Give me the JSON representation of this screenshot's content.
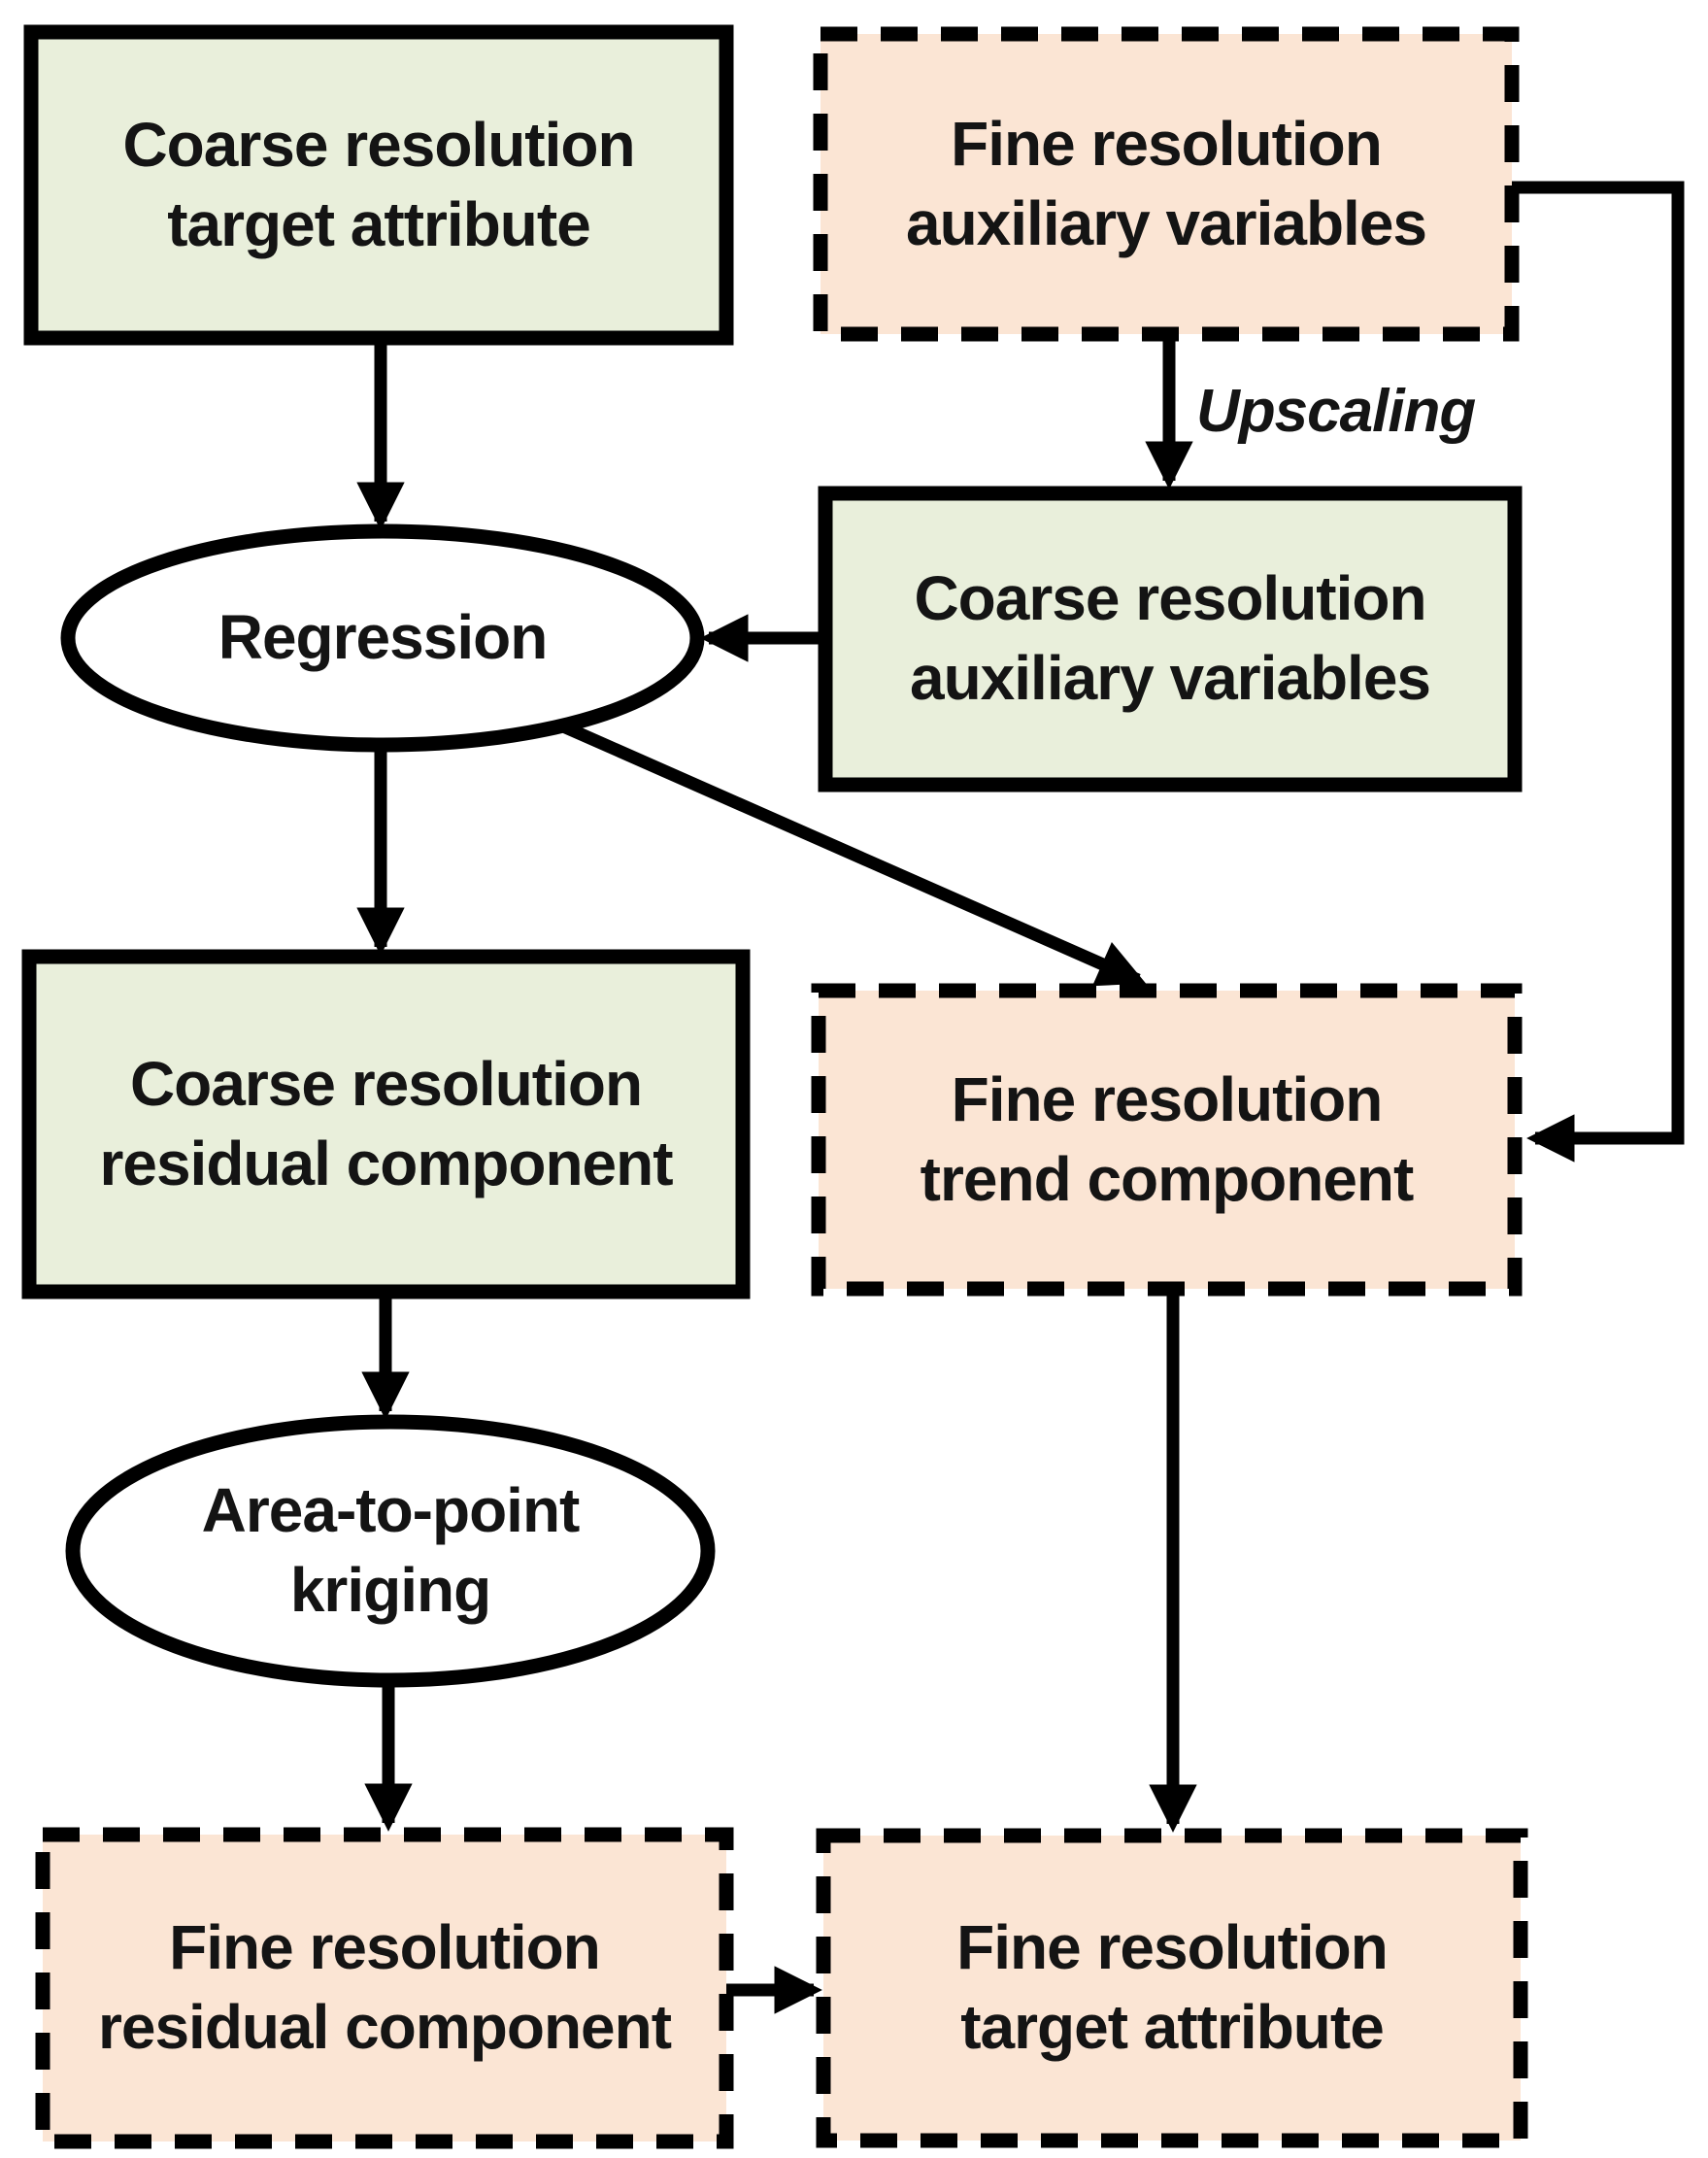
{
  "diagram": {
    "type": "flowchart",
    "nodes": {
      "coarse_target": {
        "shape": "rect",
        "border": "solid",
        "category": "coarse",
        "lines": [
          "Coarse resolution",
          "target attribute"
        ]
      },
      "fine_aux": {
        "shape": "rect",
        "border": "dashed",
        "category": "fine",
        "lines": [
          "Fine resolution",
          "auxiliary variables"
        ]
      },
      "regression": {
        "shape": "ellipse",
        "border": "solid",
        "category": "process",
        "lines": [
          "Regression"
        ]
      },
      "coarse_aux": {
        "shape": "rect",
        "border": "solid",
        "category": "coarse",
        "lines": [
          "Coarse resolution",
          "auxiliary variables"
        ]
      },
      "coarse_residual": {
        "shape": "rect",
        "border": "solid",
        "category": "coarse",
        "lines": [
          "Coarse resolution",
          "residual component"
        ]
      },
      "fine_trend": {
        "shape": "rect",
        "border": "dashed",
        "category": "fine",
        "lines": [
          "Fine resolution",
          "trend component"
        ]
      },
      "atp_kriging": {
        "shape": "ellipse",
        "border": "solid",
        "category": "process",
        "lines": [
          "Area-to-point",
          "kriging"
        ]
      },
      "fine_residual": {
        "shape": "rect",
        "border": "dashed",
        "category": "fine",
        "lines": [
          "Fine resolution",
          "residual component"
        ]
      },
      "fine_target": {
        "shape": "rect",
        "border": "dashed",
        "category": "fine",
        "lines": [
          "Fine resolution",
          "target attribute"
        ]
      }
    },
    "edge_labels": {
      "upscaling": "Upscaling"
    },
    "edges": [
      "coarse_target -> regression",
      "fine_aux -> coarse_aux (Upscaling)",
      "coarse_aux -> regression",
      "regression -> coarse_residual",
      "regression -> fine_trend",
      "fine_aux -> fine_trend (right elbow)",
      "coarse_residual -> atp_kriging",
      "atp_kriging -> fine_residual",
      "fine_trend -> fine_target",
      "fine_residual -> fine_target"
    ],
    "colors": {
      "coarse_fill": "#E9EFDB",
      "fine_fill": "#FBE5D4",
      "process_fill": "#FFFFFF",
      "stroke": "#000000",
      "text": "#141414",
      "background": "#FFFFFF"
    }
  }
}
